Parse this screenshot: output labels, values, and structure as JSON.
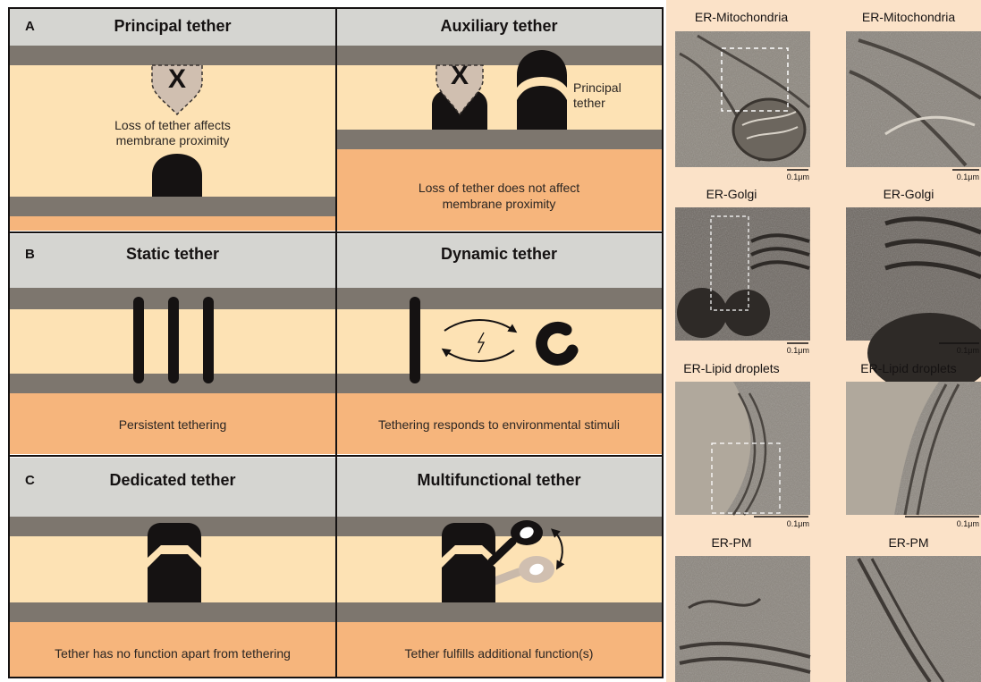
{
  "colors": {
    "header_gray": "#d5d5d1",
    "membrane_gray": "#7d766e",
    "cytosol_light": "#fde2b4",
    "lumen_orange": "#f6b57c",
    "tether_black": "#151212",
    "faded_tether": "#d0bfb0",
    "em_background": "#fbe2c8",
    "micrograph_gray": "#8a847c"
  },
  "icons": [
    "x-mark-icon",
    "lightning-bolt-icon",
    "cycle-arrows-icon",
    "double-headed-arrow-icon"
  ],
  "panels": {
    "a": {
      "letter": "A",
      "left": {
        "title": "Principal tether",
        "mark": "X",
        "caption_line1": "Loss of tether affects",
        "caption_line2": "membrane proximity"
      },
      "right": {
        "title": "Auxiliary tether",
        "mark": "X",
        "label_line1": "Principal",
        "label_line2": "tether",
        "caption_line1": "Loss of tether does not affect",
        "caption_line2": "membrane proximity"
      }
    },
    "b": {
      "letter": "B",
      "left": {
        "title": "Static tether",
        "caption": "Persistent tethering"
      },
      "right": {
        "title": "Dynamic tether",
        "caption": "Tethering responds to environmental stimuli"
      }
    },
    "c": {
      "letter": "C",
      "left": {
        "title": "Dedicated tether",
        "caption": "Tether has no function apart from tethering"
      },
      "right": {
        "title": "Multifunctional tether",
        "caption": "Tether fulfills additional function(s)"
      }
    }
  },
  "micrographs": {
    "scale": "0.1μm",
    "rows": [
      {
        "left_title": "ER-Mitochondria",
        "right_title": "ER-Mitochondria"
      },
      {
        "left_title": "ER-Golgi",
        "right_title": "ER-Golgi"
      },
      {
        "left_title": "ER-Lipid droplets",
        "right_title": "ER-Lipid droplets"
      },
      {
        "left_title": "ER-PM",
        "right_title": "ER-PM"
      }
    ]
  }
}
